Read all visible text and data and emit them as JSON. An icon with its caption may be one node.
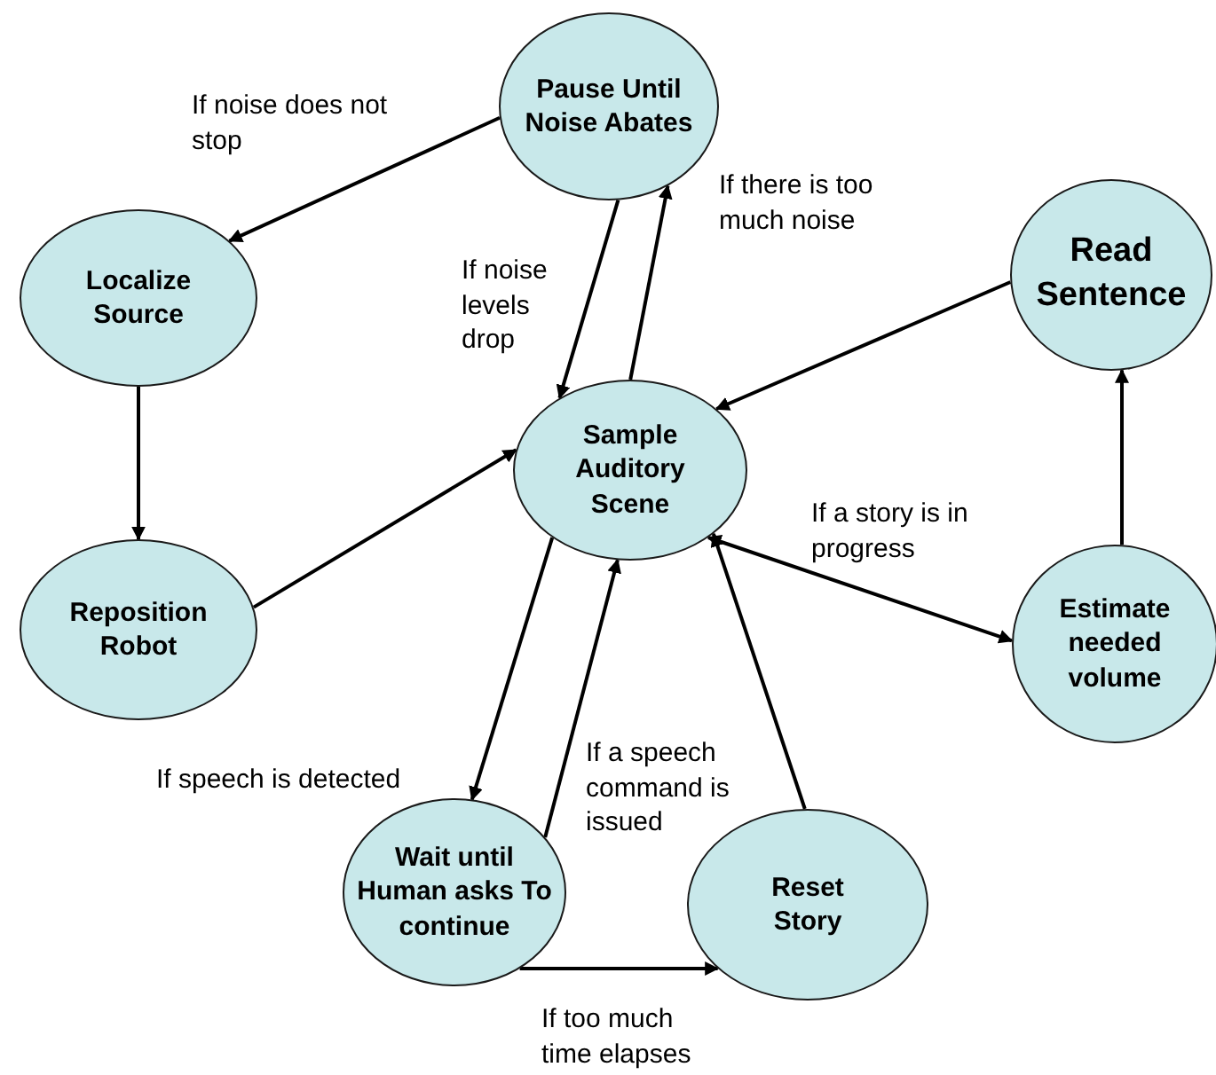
{
  "diagram": {
    "nodes": [
      {
        "text": [
          "Pause Until Noise Abates"
        ]
      },
      {
        "text": [
          "Localize Source"
        ]
      },
      {
        "text": [
          "Read Sentence"
        ]
      },
      {
        "text": [
          "Sample Auditory Scene"
        ]
      },
      {
        "text": [
          "Reposition Robot"
        ]
      },
      {
        "text": [
          "Estimate needed volume"
        ]
      },
      {
        "text": [
          "Wait until Human asks To continue"
        ]
      },
      {
        "text": [
          "Reset Story"
        ]
      }
    ],
    "edges": [
      {
        "from": 0,
        "to": 1,
        "arrow": "to",
        "label": "If noise does not stop"
      },
      {
        "from": 0,
        "to": 3,
        "arrow": "to",
        "label": "If noise levels drop"
      },
      {
        "from": 3,
        "to": 0,
        "arrow": "to",
        "label": "If there is too much noise"
      },
      {
        "from": 2,
        "to": 3,
        "arrow": "to"
      },
      {
        "from": 1,
        "to": 4,
        "arrow": "to"
      },
      {
        "from": 4,
        "to": 3,
        "arrow": "to"
      },
      {
        "from": 3,
        "to": 5,
        "arrow": "both",
        "label": "If a story is in progress"
      },
      {
        "from": 5,
        "to": 2,
        "arrow": "to"
      },
      {
        "from": 3,
        "to": 6,
        "arrow": "to",
        "label": "If speech is detected"
      },
      {
        "from": 6,
        "to": 3,
        "arrow": "to",
        "label": "If a speech command is issued"
      },
      {
        "from": 7,
        "to": 3,
        "arrow": "to"
      },
      {
        "from": 6,
        "to": 7,
        "arrow": "to",
        "label": "If too much time elapses"
      }
    ]
  }
}
